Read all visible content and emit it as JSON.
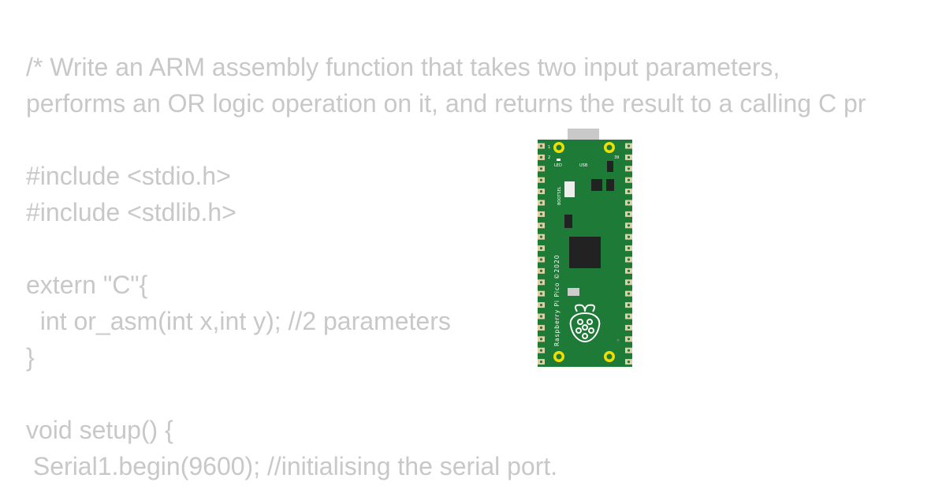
{
  "code_lines": [
    "/* Write an ARM assembly function that takes two input parameters,",
    "performs an OR logic operation on it, and returns the result to a calling C pr",
    "",
    "#include <stdio.h>",
    "#include <stdlib.h>",
    "",
    "extern \"C\"{",
    "  int or_asm(int x,int y); //2 parameters",
    "}",
    "",
    "void setup() {",
    " Serial1.begin(9600); //initialising the serial port."
  ],
  "board": {
    "name": "Raspberry Pi Pico ©2020",
    "labels": {
      "led": "LED",
      "usb": "USB",
      "bootsel": "BOOTSEL",
      "pin1": "1",
      "pin2": "2",
      "pin39": "39"
    },
    "colors": {
      "pcb": "#1e7a37",
      "pad": "#f0e000",
      "text": "#c8c8c8"
    }
  }
}
